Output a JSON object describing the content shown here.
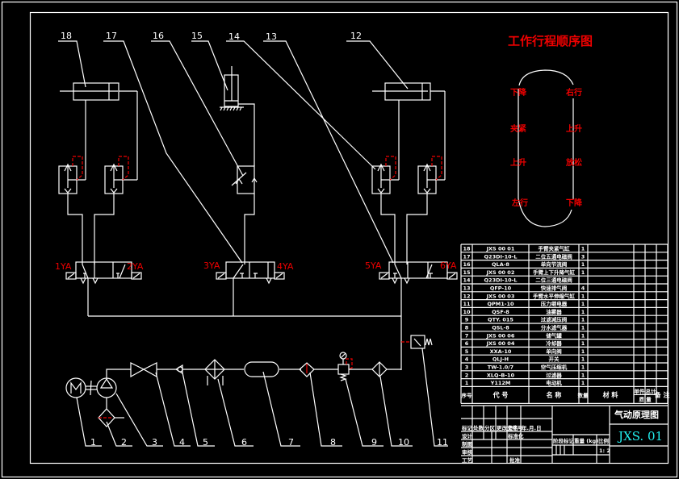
{
  "drawing": {
    "background": "#000000",
    "line_color": "#ffffff",
    "accent_color": "#ee0000",
    "code_color": "#22eeee"
  },
  "callouts_top": [
    "18",
    "17",
    "16",
    "15",
    "14",
    "13",
    "12"
  ],
  "callouts_bottom": [
    "1",
    "2",
    "3",
    "4",
    "5",
    "6",
    "7",
    "8",
    "9",
    "10",
    "11"
  ],
  "solenoids": [
    "1YA",
    "2YA",
    "3YA",
    "4YA",
    "5YA",
    "6YA"
  ],
  "sequence": {
    "title": "工作行程顺序图",
    "left": [
      "下降",
      "夹紧",
      "上升",
      "左行"
    ],
    "right": [
      "右行",
      "上升",
      "放松",
      "下降"
    ]
  },
  "parts_list": {
    "rows": [
      {
        "no": "18",
        "code": "JXS 00 01",
        "name": "手臂夹紧气缸",
        "qty": "1"
      },
      {
        "no": "17",
        "code": "Q23DI-10-L",
        "name": "二位五通电磁阀",
        "qty": "3"
      },
      {
        "no": "16",
        "code": "QLA-8",
        "name": "单向节流阀",
        "qty": "1"
      },
      {
        "no": "15",
        "code": "JXS 00 02",
        "name": "手臂上下升降气缸",
        "qty": "1"
      },
      {
        "no": "14",
        "code": "Q23DI-10-L",
        "name": "二位三通电磁阀",
        "qty": ""
      },
      {
        "no": "13",
        "code": "QFP-10",
        "name": "快速排气阀",
        "qty": "4"
      },
      {
        "no": "12",
        "code": "JXS 00 03",
        "name": "手臂水平伸缩气缸",
        "qty": "1"
      },
      {
        "no": "11",
        "code": "QPM1-10",
        "name": "压力继电器",
        "qty": "1"
      },
      {
        "no": "10",
        "code": "QSF-8",
        "name": "油雾器",
        "qty": "1"
      },
      {
        "no": "9",
        "code": "QTY. 015",
        "name": "过滤减压阀",
        "qty": "1"
      },
      {
        "no": "8",
        "code": "QSL-8",
        "name": "分水滤气器",
        "qty": "1"
      },
      {
        "no": "7",
        "code": "JXS 00 06",
        "name": "储气罐",
        "qty": "1"
      },
      {
        "no": "6",
        "code": "JXS 00 04",
        "name": "冷却器",
        "qty": "1"
      },
      {
        "no": "5",
        "code": "XXA-10",
        "name": "单向阀",
        "qty": "1"
      },
      {
        "no": "4",
        "code": "QLJ-H",
        "name": "开关",
        "qty": "1"
      },
      {
        "no": "3",
        "code": "TW-1.0/7",
        "name": "空气压缩机",
        "qty": "1"
      },
      {
        "no": "2",
        "code": "XLQ-B-10",
        "name": "过滤器",
        "qty": "1"
      },
      {
        "no": "1",
        "code": "Y112M",
        "name": "电动机",
        "qty": "1"
      }
    ],
    "header": {
      "no": "序号",
      "code": "代 号",
      "name": "名 称",
      "qty": "数量",
      "material": "材 料",
      "unit_weight": "单件",
      "total_weight": "总计",
      "weight": "质 量",
      "remark": "备 注"
    }
  },
  "title_block": {
    "drawing_name": "气动原理图",
    "drawing_code": "JXS. 01",
    "rev_row": [
      "标记",
      "处数",
      "分区",
      "更改文件号",
      "签名",
      "年.月.日"
    ],
    "roles": [
      "设计",
      "制图",
      "审核",
      "工艺"
    ],
    "standardize": "标准化",
    "approve": "批准",
    "stage_header": "阶段标记",
    "weight_header": "重量 (kg)",
    "scale_header": "比例",
    "scale": "1: 2"
  }
}
